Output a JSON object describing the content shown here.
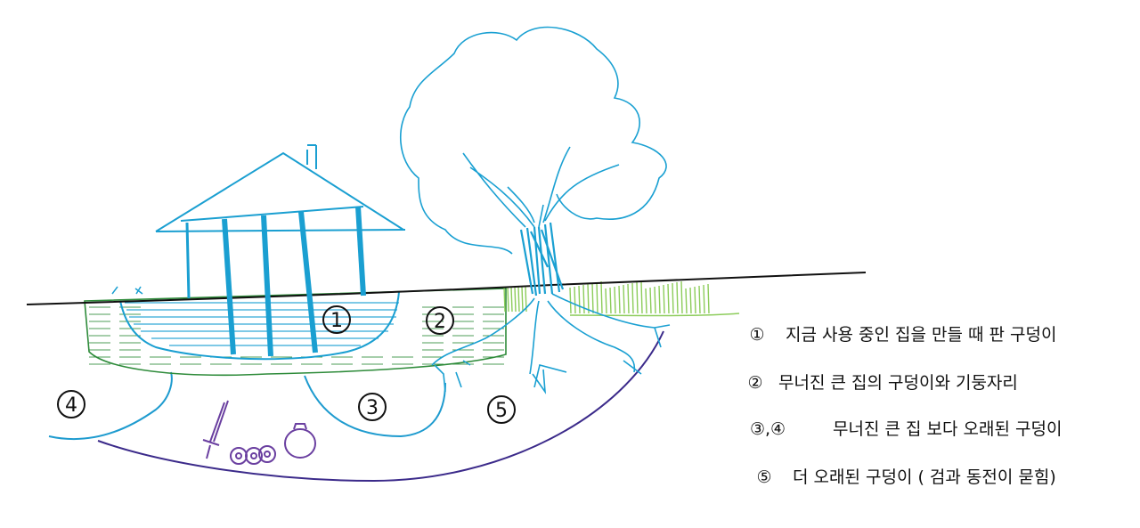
{
  "markers": [
    "1",
    "2",
    "3",
    "4",
    "5"
  ],
  "legend": [
    {
      "marker": "①",
      "text": "지금 사용 중인 집을 만들 때 판 구덩이"
    },
    {
      "marker": "②",
      "text": "무너진 큰 집의 구덩이와 기둥자리"
    },
    {
      "marker": "③,④",
      "text": "무너진 큰 집 보다 오래된 구덩이"
    },
    {
      "marker": "⑤",
      "text": "더 오래된 구덩이 ( 검과 동전이 묻힘)"
    }
  ],
  "colors": {
    "ground": "#111111",
    "pit_current": "#1a9fd1",
    "pit_collapsed": "#2e8b3a",
    "pit_old": "#1e9bcf",
    "pit_oldest": "#3b2a8a",
    "grass": "#8ccc5a",
    "tree": "#1aa0d2",
    "artifact": "#6a3fa0"
  },
  "icons": [
    "house-icon",
    "tree-icon",
    "sword-icon",
    "coin-icon",
    "pot-icon"
  ]
}
